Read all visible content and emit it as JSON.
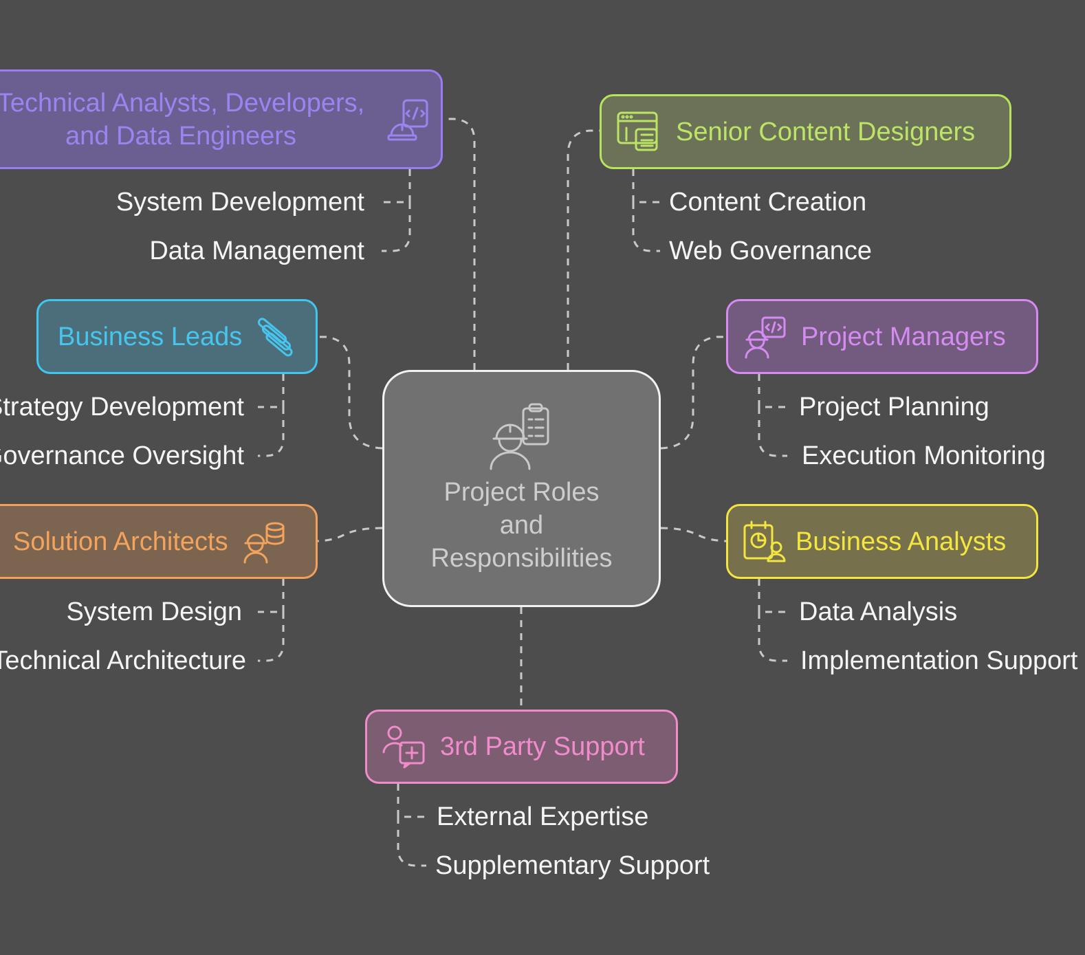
{
  "center": {
    "title": "Project Roles\nand\nResponsibilities",
    "icon": "engineer-clipboard-icon"
  },
  "roles": {
    "technical": {
      "title_line1": "Technical Analysts, Developers,",
      "title_line2": "and Data Engineers",
      "icon": "developer-hardhat-icon",
      "color": "#9a7cf2",
      "items": [
        "System Development",
        "Data Management"
      ]
    },
    "content": {
      "title": "Senior Content Designers",
      "icon": "web-layout-icon",
      "color": "#b7e45a",
      "items": [
        "Content Creation",
        "Web Governance"
      ]
    },
    "business_leads": {
      "title": "Business Leads",
      "icon": "stacked-bars-icon",
      "color": "#3fc6f1",
      "items": [
        "Strategy Development",
        "Governance Oversight"
      ]
    },
    "project_managers": {
      "title": "Project Managers",
      "icon": "manager-code-icon",
      "color": "#d68af2",
      "items": [
        "Project Planning",
        "Execution Monitoring"
      ]
    },
    "solution_architects": {
      "title": "Solution Architects",
      "icon": "architect-database-icon",
      "color": "#f5a05a",
      "items": [
        "System Design",
        "Technical Architecture"
      ]
    },
    "business_analysts": {
      "title": "Business Analysts",
      "icon": "analyst-chart-icon",
      "color": "#f3e641",
      "items": [
        "Data Analysis",
        "Implementation Support"
      ]
    },
    "third_party": {
      "title": "3rd Party Support",
      "icon": "support-person-icon",
      "color": "#f08ccb",
      "items": [
        "External Expertise",
        "Supplementary Support"
      ]
    }
  }
}
